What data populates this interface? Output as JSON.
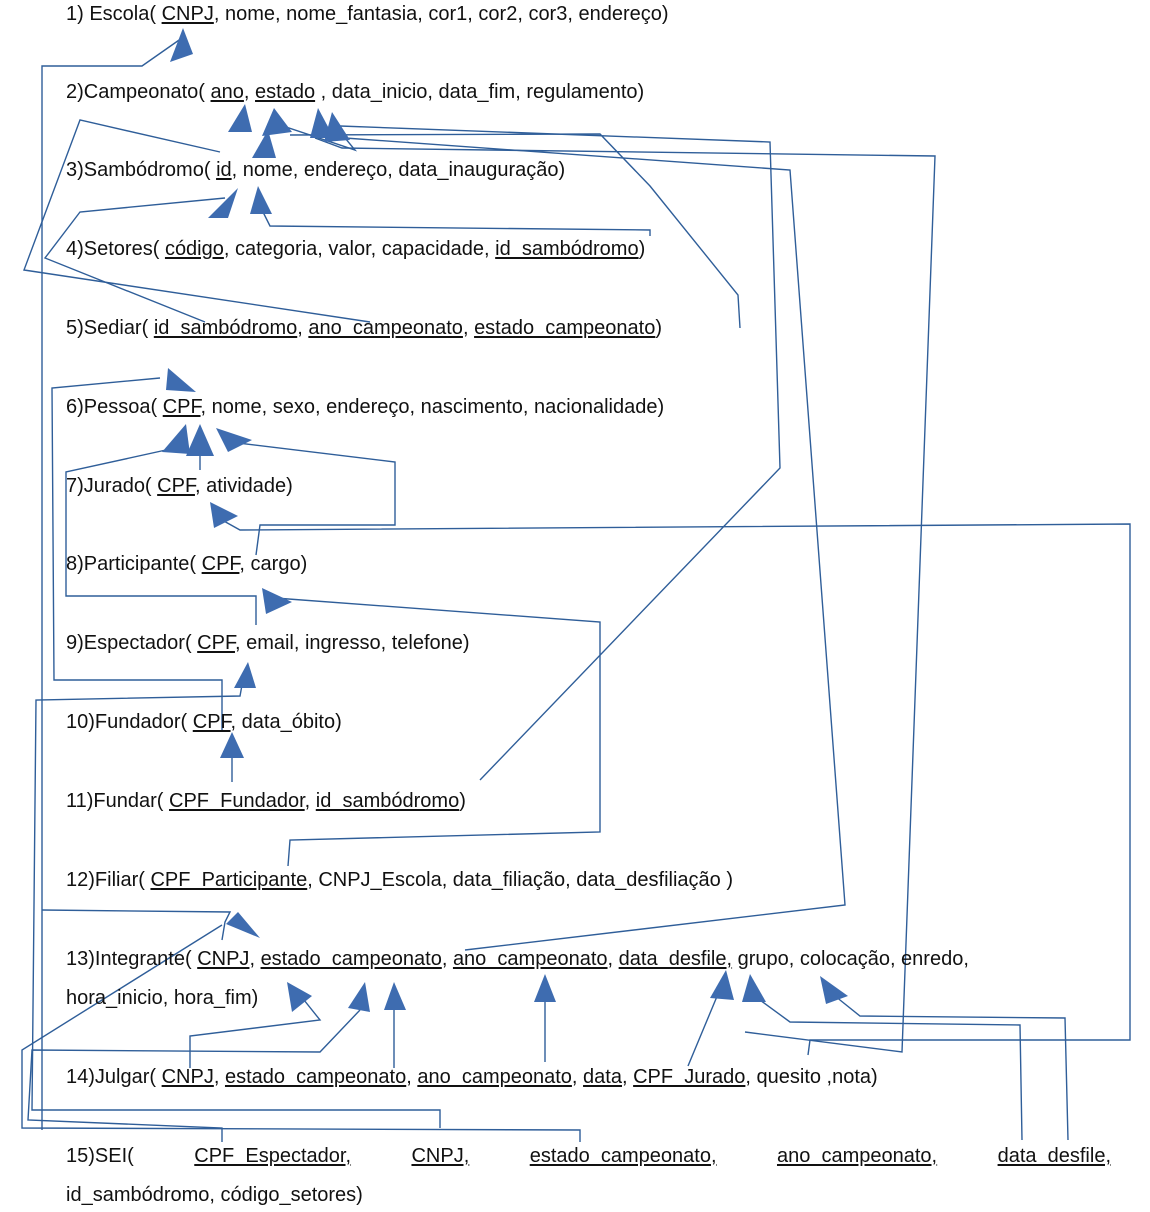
{
  "relations": [
    {
      "id": "escola",
      "segments": [
        {
          "t": "1) Escola( "
        },
        {
          "t": "CNPJ",
          "u": true
        },
        {
          "t": ", nome, nome_fantasia, cor1, cor2, cor3,  endereço)"
        }
      ]
    },
    {
      "id": "campeonato",
      "segments": [
        {
          "t": "2)Campeonato( "
        },
        {
          "t": "ano",
          "u": true
        },
        {
          "t": ", "
        },
        {
          "t": "estado",
          "u": true
        },
        {
          "t": " , data_inicio, data_fim, regulamento)"
        }
      ]
    },
    {
      "id": "sambodromo",
      "segments": [
        {
          "t": "3)Sambódromo( "
        },
        {
          "t": "id",
          "u": true
        },
        {
          "t": ", nome, endereço, data_inauguração)"
        }
      ]
    },
    {
      "id": "setores",
      "segments": [
        {
          "t": "4)Setores( "
        },
        {
          "t": "código",
          "u": true
        },
        {
          "t": ", categoria, valor, capacidade, "
        },
        {
          "t": "id_sambódromo",
          "u": true
        },
        {
          "t": ")"
        }
      ]
    },
    {
      "id": "sediar",
      "segments": [
        {
          "t": "5)Sediar( "
        },
        {
          "t": "id_sambódromo",
          "u": true
        },
        {
          "t": ", "
        },
        {
          "t": "ano_campeonato",
          "u": true
        },
        {
          "t": ", "
        },
        {
          "t": "estado_campeonato",
          "u": true
        },
        {
          "t": ")"
        }
      ]
    },
    {
      "id": "pessoa",
      "segments": [
        {
          "t": "6)Pessoa( "
        },
        {
          "t": "CPF",
          "u": true
        },
        {
          "t": ", nome, sexo, endereço, nascimento, nacionalidade)"
        }
      ]
    },
    {
      "id": "jurado",
      "segments": [
        {
          "t": "7)Jurado( "
        },
        {
          "t": "CPF",
          "u": true
        },
        {
          "t": ", atividade)"
        }
      ]
    },
    {
      "id": "participante",
      "segments": [
        {
          "t": "8)Participante( "
        },
        {
          "t": "CPF",
          "u": true
        },
        {
          "t": ", cargo)"
        }
      ]
    },
    {
      "id": "espectador",
      "segments": [
        {
          "t": "9)Espectador( "
        },
        {
          "t": "CPF",
          "u": true
        },
        {
          "t": ", email, ingresso, telefone)"
        }
      ]
    },
    {
      "id": "fundador",
      "segments": [
        {
          "t": "10)Fundador( "
        },
        {
          "t": "CPF",
          "u": true
        },
        {
          "t": ", data_óbito)"
        }
      ]
    },
    {
      "id": "fundar",
      "segments": [
        {
          "t": "11)Fundar( "
        },
        {
          "t": "CPF_Fundador",
          "u": true
        },
        {
          "t": ", "
        },
        {
          "t": "id_sambódromo",
          "u": true
        },
        {
          "t": ")"
        }
      ]
    },
    {
      "id": "filiar",
      "segments": [
        {
          "t": "12)Filiar( "
        },
        {
          "t": "CPF_Participante",
          "u": true
        },
        {
          "t": ", CNPJ_Escola, data_filiação, data_desfiliação )"
        }
      ]
    },
    {
      "id": "integrante",
      "segments": [
        {
          "t": "13)Integrante( "
        },
        {
          "t": "CNPJ",
          "u": true
        },
        {
          "t": ", "
        },
        {
          "t": "estado_campeonato",
          "u": true
        },
        {
          "t": ", "
        },
        {
          "t": "ano_campeonato",
          "u": true
        },
        {
          "t": ", "
        },
        {
          "t": "data_desfile,",
          "u": true
        },
        {
          "t": " grupo, colocação, enredo,"
        }
      ]
    },
    {
      "id": "integrante-cont",
      "segments": [
        {
          "t": "hora_inicio, hora_fim)"
        }
      ]
    },
    {
      "id": "julgar",
      "segments": [
        {
          "t": "14)Julgar( "
        },
        {
          "t": "CNPJ",
          "u": true
        },
        {
          "t": ", "
        },
        {
          "t": "estado_campeonato",
          "u": true
        },
        {
          "t": ", "
        },
        {
          "t": "ano_campeonato",
          "u": true
        },
        {
          "t": ", "
        },
        {
          "t": "data",
          "u": true
        },
        {
          "t": ", "
        },
        {
          "t": "CPF_Jurado",
          "u": true
        },
        {
          "t": ",  quesito ,nota)"
        }
      ]
    }
  ],
  "sei": {
    "items": [
      {
        "t": "15)SEI("
      },
      {
        "t": "CPF_Espectador,",
        "u": true
      },
      {
        "t": "CNPJ,",
        "u": true
      },
      {
        "t": "estado_campeonato,",
        "u": true
      },
      {
        "t": "ano_campeonato,",
        "u": true
      },
      {
        "t": "data_desfile,",
        "u": true
      }
    ],
    "cont": "id_sambódromo, código_setores)"
  },
  "colors": {
    "connector": "#2f5e99",
    "arrowhead": "#3e6cb0"
  }
}
